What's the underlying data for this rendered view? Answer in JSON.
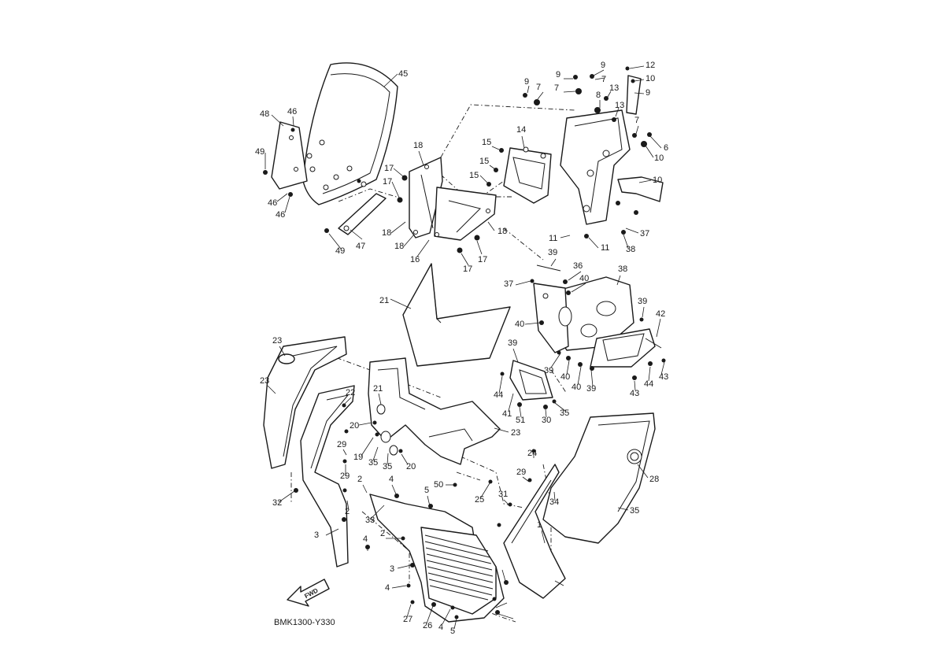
{
  "diagram": {
    "code": "BMK1300-Y330",
    "direction_label": "FWD",
    "callouts": [
      "45",
      "48",
      "46",
      "49",
      "46",
      "46",
      "47",
      "49",
      "18",
      "17",
      "17",
      "18",
      "18",
      "16",
      "17",
      "17",
      "18",
      "14",
      "15",
      "15",
      "15",
      "9",
      "7",
      "9",
      "7",
      "7",
      "9",
      "8",
      "13",
      "13",
      "12",
      "10",
      "9",
      "7",
      "6",
      "10",
      "10",
      "11",
      "11",
      "37",
      "38",
      "39",
      "36",
      "40",
      "38",
      "37",
      "39",
      "42",
      "40",
      "39",
      "39",
      "40",
      "40",
      "39",
      "44",
      "43",
      "43",
      "44",
      "41",
      "51",
      "30",
      "35",
      "21",
      "23",
      "23",
      "22",
      "21",
      "20",
      "19",
      "35",
      "35",
      "20",
      "23",
      "29",
      "29",
      "50",
      "25",
      "24",
      "29",
      "28",
      "34",
      "35",
      "31",
      "1",
      "2",
      "2",
      "32",
      "33",
      "4",
      "5",
      "3",
      "4",
      "2",
      "3",
      "4",
      "27",
      "26",
      "4",
      "5"
    ]
  }
}
